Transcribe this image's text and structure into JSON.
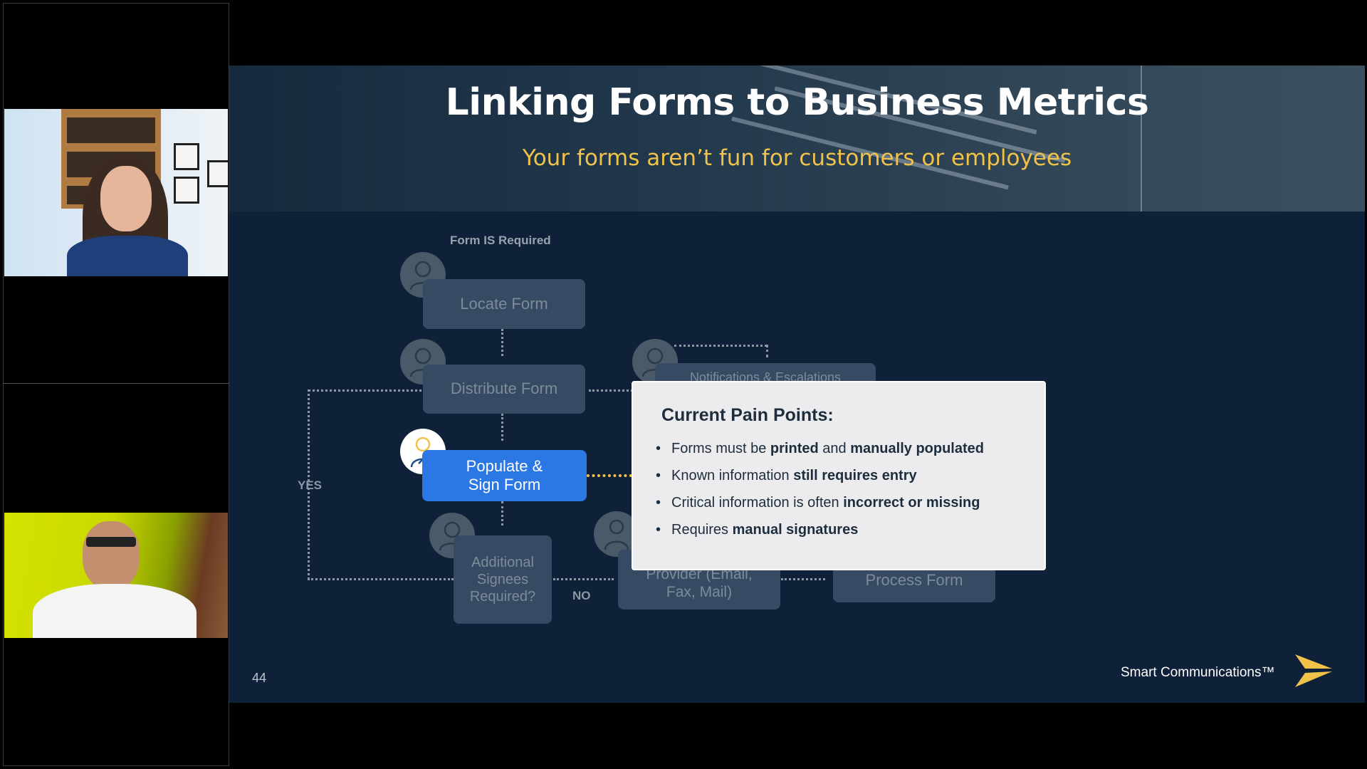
{
  "slide": {
    "title": "Linking Forms to Business Metrics",
    "subtitle": "Your forms aren’t fun for customers or employees",
    "page_number": "44",
    "brand": "Smart Communications™"
  },
  "flow": {
    "form_required_label": "Form IS Required",
    "locate_form": "Locate Form",
    "distribute_form": "Distribute Form",
    "populate_sign_form": "Populate & Sign Form",
    "additional_signees": "Additional Signees Required?",
    "notifications": "Notifications & Escalations",
    "provider": "Provider (Email, Fax, Mail)",
    "process_form": "Process Form",
    "yes_label": "YES",
    "no_label": "NO"
  },
  "pain_points": {
    "heading": "Current Pain Points:",
    "items": [
      {
        "parts": [
          {
            "t": "Forms must be ",
            "b": false
          },
          {
            "t": "printed",
            "b": true
          },
          {
            "t": " and ",
            "b": false
          },
          {
            "t": "manually populated",
            "b": true
          }
        ]
      },
      {
        "parts": [
          {
            "t": "Known information ",
            "b": false
          },
          {
            "t": "still requires entry",
            "b": true
          }
        ]
      },
      {
        "parts": [
          {
            "t": "Critical information is often ",
            "b": false
          },
          {
            "t": "incorrect or missing",
            "b": true
          }
        ]
      },
      {
        "parts": [
          {
            "t": "Requires ",
            "b": false
          },
          {
            "t": "manual signatures",
            "b": true
          }
        ]
      }
    ]
  },
  "colors": {
    "slide_bg": "#0f2138",
    "accent_gold": "#f0c24a",
    "accent_blue": "#2b78e4"
  }
}
